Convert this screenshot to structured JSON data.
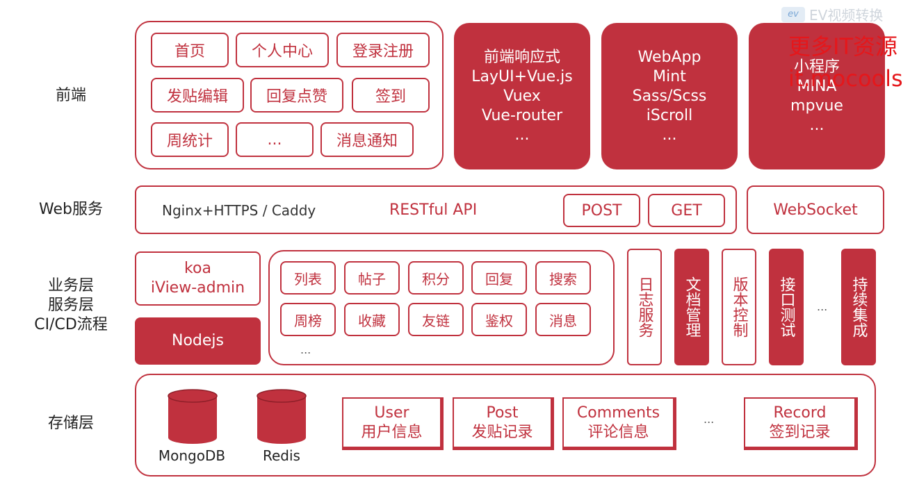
{
  "watermark": {
    "badge": "ev",
    "text": "EV视频转换"
  },
  "overlay": {
    "line1": "更多IT资源",
    "line2": "it.mocools"
  },
  "layers": {
    "frontend": "前端",
    "web": "Web服务",
    "business": [
      "业务层",
      "服务层",
      "CI/CD流程"
    ],
    "storage": "存储层"
  },
  "frontend": {
    "pages": [
      "首页",
      "个人中心",
      "登录注册",
      "发贴编辑",
      "回复点赞",
      "签到",
      "周统计",
      "...",
      "消息通知"
    ],
    "responsive": [
      "前端响应式",
      "LayUI+Vue.js",
      "Vuex",
      "Vue-router",
      "..."
    ],
    "webapp": [
      "WebApp",
      "Mint",
      "Sass/Scss",
      "iScroll",
      "..."
    ],
    "miniprogram": [
      "小程序",
      "MINA",
      "mpvue",
      "..."
    ]
  },
  "web": {
    "server": "Nginx+HTTPS / Caddy",
    "api": "RESTful API",
    "post": "POST",
    "get": "GET",
    "websocket": "WebSocket"
  },
  "business": {
    "framework": [
      "koa",
      "iView-admin"
    ],
    "runtime": "Nodejs",
    "modules": [
      "列表",
      "帖子",
      "积分",
      "回复",
      "搜索",
      "周榜",
      "收藏",
      "友链",
      "鉴权",
      "消息"
    ],
    "modules_more": "...",
    "services": [
      "日志服务",
      "文档管理",
      "版本控制",
      "接口测试",
      "持续集成"
    ],
    "services_more": "..."
  },
  "storage": {
    "databases": [
      "MongoDB",
      "Redis"
    ],
    "tables": [
      [
        "User",
        "用户信息"
      ],
      [
        "Post",
        "发贴记录"
      ],
      [
        "Comments",
        "评论信息"
      ],
      [
        "Record",
        "签到记录"
      ]
    ],
    "more": "..."
  },
  "colors": {
    "accent": "#c0313e",
    "overlay": "#e5171b"
  }
}
